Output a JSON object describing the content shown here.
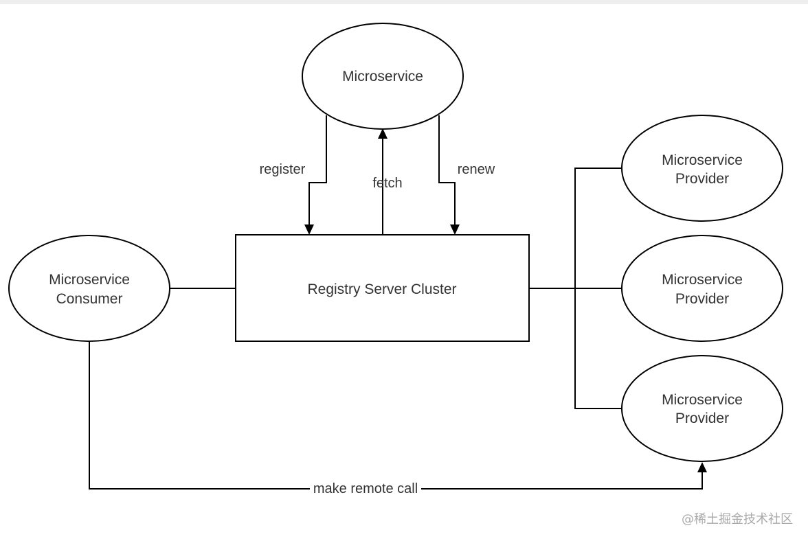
{
  "nodes": {
    "top_microservice": "Microservice",
    "consumer": [
      "Microservice",
      "Consumer"
    ],
    "registry": "Registry Server Cluster",
    "provider_1": [
      "Microservice",
      "Provider"
    ],
    "provider_2": [
      "Microservice",
      "Provider"
    ],
    "provider_3": [
      "Microservice",
      "Provider"
    ]
  },
  "edges": {
    "register": "register",
    "fetch": "fetch",
    "renew": "renew",
    "remote_call": "make remote call"
  },
  "watermark": "@稀土掘金技术社区"
}
